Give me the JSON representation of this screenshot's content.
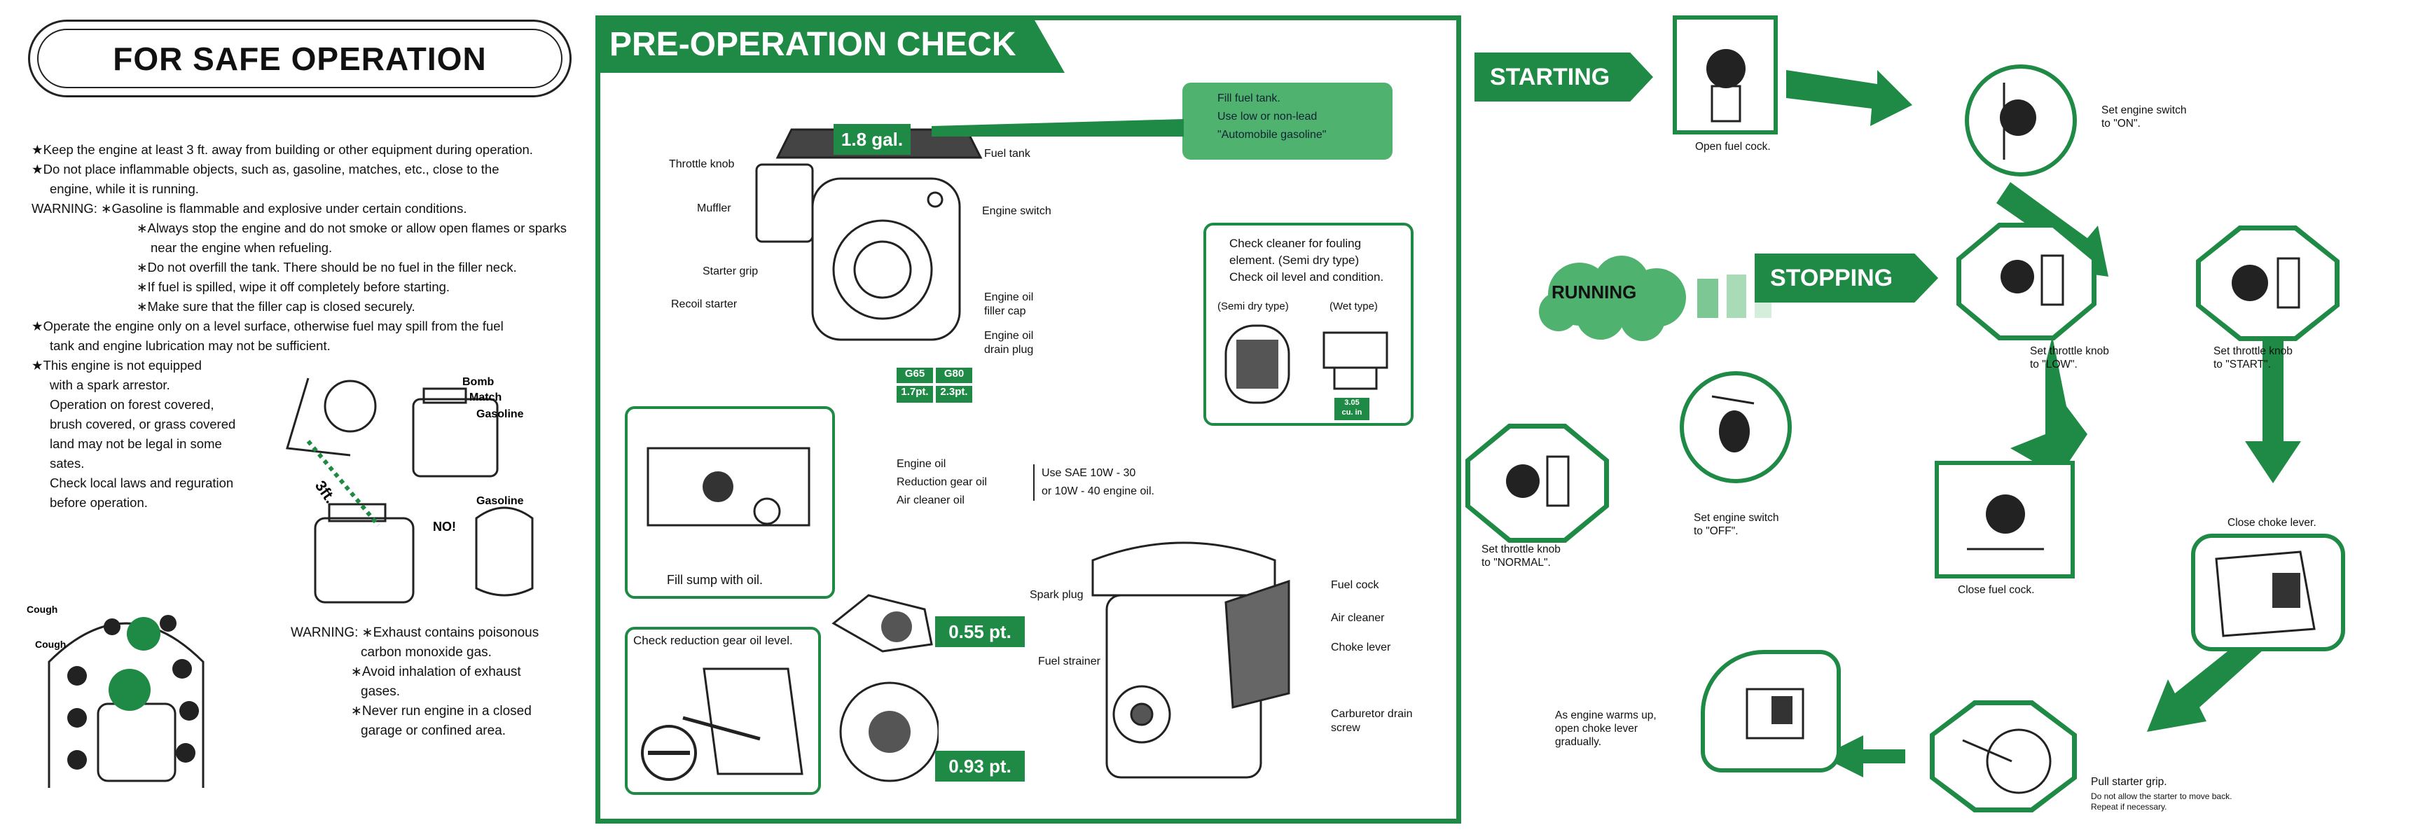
{
  "safe": {
    "title": "FOR SAFE OPERATION",
    "r1": "★Keep the engine at least 3 ft. away from building or other equipment during operation.",
    "r2a": "★Do not place inflammable objects, such as, gasoline, matches, etc., close to the",
    "r2b": "engine, while it is running.",
    "w1": "WARNING: ∗Gasoline is flammable and explosive under certain conditions.",
    "w2a": "∗Always stop the engine and do not smoke or allow open flames or sparks",
    "w2b": "near the engine when refueling.",
    "w3": "∗Do not overfill the tank. There should be no fuel in the filler neck.",
    "w4": "∗If fuel is spilled, wipe it off completely before starting.",
    "w5": "∗Make sure that the filler cap is closed securely.",
    "r3a": "★Operate the engine only on a level surface, otherwise fuel may spill from the fuel",
    "r3b": "tank and engine lubrication may not be sufficient.",
    "r4a": "★This engine is not equipped",
    "r4b": "with a spark arrestor.",
    "r4c": "Operation on forest covered,",
    "r4d": "brush covered, or grass covered",
    "r4e": "land may not be legal in some",
    "r4f": "sates.",
    "r4g": "Check local laws and reguration",
    "r4h": "before operation.",
    "bomb": "Bomb",
    "match": "Match",
    "gasoline": "Gasoline",
    "gasoline2": "Gasoline",
    "no": "NO!",
    "dist": "3ft.",
    "cough1": "Cough",
    "cough2": "Cough",
    "x1": "WARNING: ∗Exhaust contains poisonous",
    "x1b": "carbon monoxide gas.",
    "x2": "∗Avoid inhalation of exhaust",
    "x2b": "gases.",
    "x3": "∗Never run engine in a closed",
    "x3b": "garage or confined area."
  },
  "pre": {
    "title": "PRE-OPERATION CHECK",
    "fuel_amount": "1.8 gal.",
    "fill1": "Fill fuel tank.",
    "fill2": "Use low or non-lead",
    "fill3": "\"Automobile gasoline\"",
    "throttle_knob": "Throttle knob",
    "fuel_tank": "Fuel tank",
    "muffler": "Muffler",
    "engine_switch": "Engine switch",
    "starter_grip": "Starter grip",
    "recoil_starter": "Recoil starter",
    "oil_filler1": "Engine oil",
    "oil_filler2": "filler cap",
    "oil_drain1": "Engine oil",
    "oil_drain2": "drain plug",
    "g65": "G65",
    "g80": "G80",
    "v65": "1.7pt.",
    "v80": "2.3pt.",
    "cleaner1": "Check cleaner for fouling",
    "cleaner2": "element. (Semi dry type)",
    "cleaner3": "Check oil level and condition.",
    "semi": "(Semi dry type)",
    "wet": "(Wet type)",
    "wet_vol1": "3.05",
    "wet_vol2": "cu. in",
    "oil1": "Engine oil",
    "oil2": "Reduction gear oil",
    "oil3": "Air cleaner oil",
    "use1": "Use SAE 10W - 30",
    "use2": "or 10W - 40 engine oil.",
    "fill_sump": "Fill sump with oil.",
    "reduction": "Check reduction gear oil level.",
    "p055": "0.55 pt.",
    "p093": "0.93 pt.",
    "spark_plug": "Spark plug",
    "fuel_strainer": "Fuel strainer",
    "fuel_cock": "Fuel cock",
    "air_cleaner": "Air cleaner",
    "choke_lever": "Choke lever",
    "carb1": "Carburetor drain",
    "carb2": "screw"
  },
  "ops": {
    "starting": "STARTING",
    "stopping": "STOPPING",
    "running": "RUNNING",
    "open_fuel": "Open fuel cock.",
    "switch_on1": "Set engine switch",
    "switch_on2": "to \"ON\".",
    "start1": "Set throttle knob",
    "start2": "to \"START\".",
    "choke": "Close choke lever.",
    "pull1": "Pull starter grip.",
    "pull2": "Do not allow the starter to move back.",
    "pull3": "Repeat if necessary.",
    "warm1": "As engine warms up,",
    "warm2": "open choke lever",
    "warm3": "gradually.",
    "normal1": "Set throttle knob",
    "normal2": "to \"NORMAL\".",
    "low1": "Set throttle knob",
    "low2": "to \"LOW\".",
    "close_fuel": "Close fuel cock.",
    "off1": "Set engine switch",
    "off2": "to \"OFF\"."
  }
}
